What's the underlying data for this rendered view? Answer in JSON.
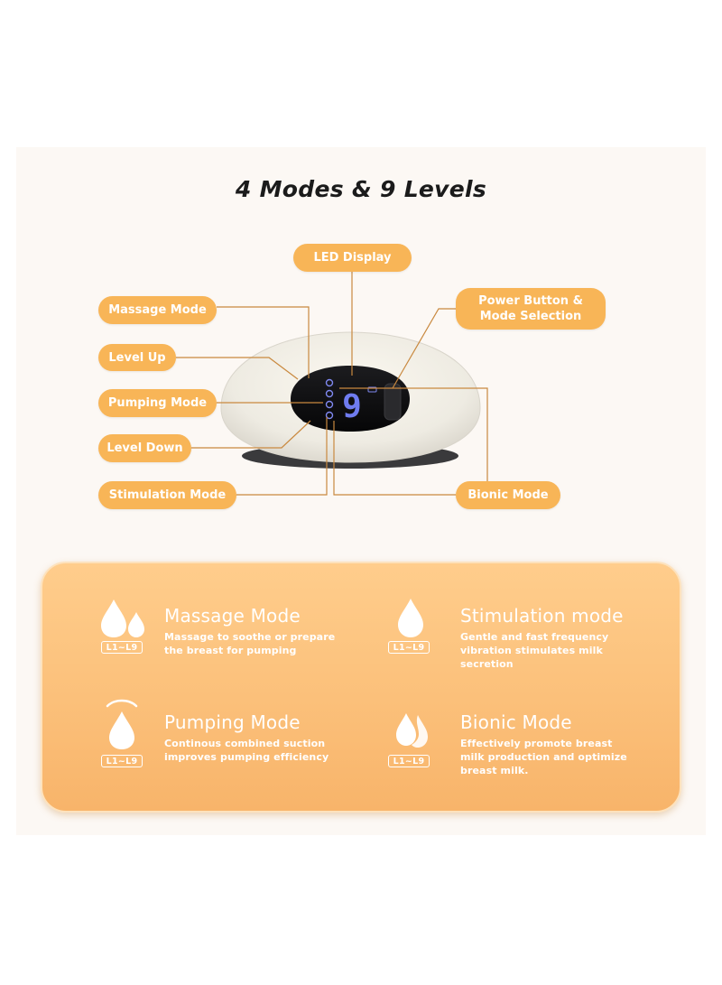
{
  "title": "4 Modes & 9 Levels",
  "callouts": {
    "led_display": "LED Display",
    "massage_mode": "Massage Mode",
    "power_line1": "Power Button &",
    "power_line2": "Mode Selection",
    "level_up": "Level Up",
    "pumping_mode": "Pumping Mode",
    "level_down": "Level Down",
    "stimulation_mode": "Stimulation Mode",
    "bionic_mode": "Bionic Mode"
  },
  "device": {
    "display_digit": "9"
  },
  "features": [
    {
      "name": "Massage Mode",
      "desc1": "Massage to soothe or prepare",
      "desc2": "the breast for pumping",
      "desc3": "",
      "level": "L1~L9",
      "icon": "two-drops-icon"
    },
    {
      "name": "Stimulation mode",
      "desc1": "Gentle and fast frequency",
      "desc2": "vibration stimulates milk",
      "desc3": "secretion",
      "level": "L1~L9",
      "icon": "drop-icon"
    },
    {
      "name": "Pumping Mode",
      "desc1": "Continous combined suction",
      "desc2": "improves pumping efficiency",
      "desc3": "",
      "level": "L1~L9",
      "icon": "suction-drop-icon"
    },
    {
      "name": "Bionic Mode",
      "desc1": "Effectively promote breast",
      "desc2": "milk production and optimize",
      "desc3": "breast milk.",
      "level": "L1~L9",
      "icon": "double-drop-icon"
    }
  ],
  "colors": {
    "accent": "#f8b557",
    "card": "#fbc07a",
    "line": "#c9893f",
    "display_digit": "#6f7cf0"
  }
}
